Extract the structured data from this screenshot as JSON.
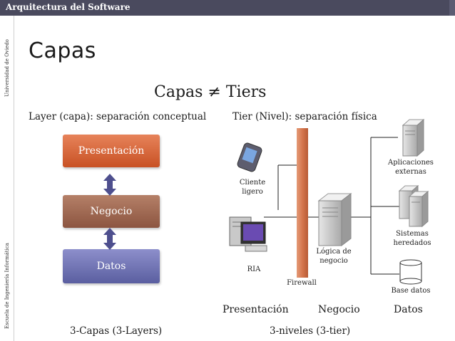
{
  "header": {
    "course_title": "Arquitectura del Software"
  },
  "side": {
    "university": "Universidad de Oviedo",
    "school": "Escuela de Ingeniería Informática"
  },
  "slide": {
    "title": "Capas",
    "heading": "Capas ≠ Tiers",
    "layer_def": "Layer (capa): separación conceptual",
    "tier_def": "Tier (Nivel): separación física"
  },
  "layers": [
    {
      "label": "Presentación",
      "color": "#d4612f"
    },
    {
      "label": "Negocio",
      "color": "#9c624a"
    },
    {
      "label": "Datos",
      "color": "#6d70b4"
    }
  ],
  "tiers": {
    "cliente_ligero": [
      "Cliente",
      "ligero"
    ],
    "ria": "RIA",
    "firewall": "Firewall",
    "logica": [
      "Lógica de",
      "negocio"
    ],
    "aplicaciones": [
      "Aplicaciones",
      "externas"
    ],
    "sistemas": [
      "Sistemas",
      "heredados"
    ],
    "base_datos": "Base datos",
    "columns": [
      "Presentación",
      "Negocio",
      "Datos"
    ]
  },
  "footer": {
    "layers": "3-Capas (3-Layers)",
    "tiers": "3-niveles (3-tier)"
  },
  "colors": {
    "topbar": "#4a4a5e",
    "firewall": "#d9845f",
    "arrow": "#4e4f8e"
  }
}
